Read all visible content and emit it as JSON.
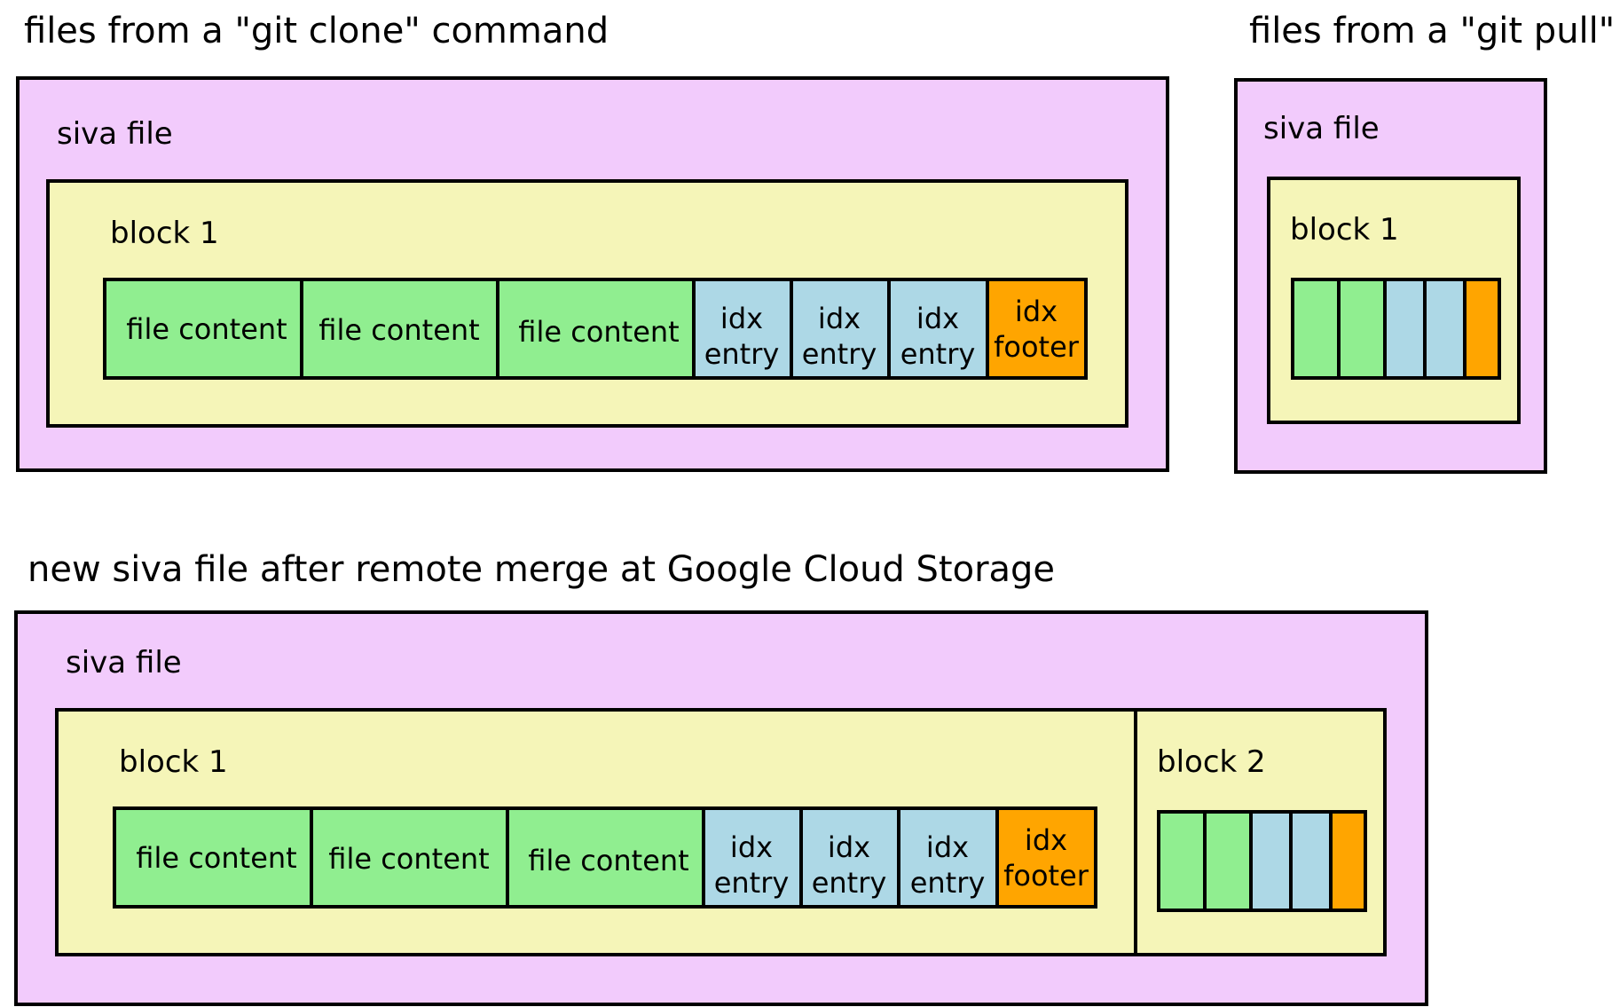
{
  "colors": {
    "siva": "#f2cbfc",
    "block": "#f5f5b8",
    "content": "#90ee90",
    "entry": "#add8e6",
    "footer": "#ffa500"
  },
  "clone": {
    "heading": "files from a \"git clone\" command",
    "siva_label": "siva file",
    "block_label": "block 1",
    "cells": {
      "c1": "file content",
      "c2": "file content",
      "c3": "file content",
      "e1a": "idx",
      "e1b": "entry",
      "e2a": "idx",
      "e2b": "entry",
      "e3a": "idx",
      "e3b": "entry",
      "fa": "idx",
      "fb": "footer"
    }
  },
  "pull": {
    "heading": "files from a \"git pull\"",
    "siva_label": "siva file",
    "block_label": "block 1"
  },
  "merge": {
    "heading": "new siva file after remote merge at Google Cloud Storage",
    "siva_label": "siva file",
    "block1_label": "block 1",
    "block2_label": "block 2",
    "cells": {
      "c1": "file content",
      "c2": "file content",
      "c3": "file content",
      "e1a": "idx",
      "e1b": "entry",
      "e2a": "idx",
      "e2b": "entry",
      "e3a": "idx",
      "e3b": "entry",
      "fa": "idx",
      "fb": "footer"
    }
  }
}
